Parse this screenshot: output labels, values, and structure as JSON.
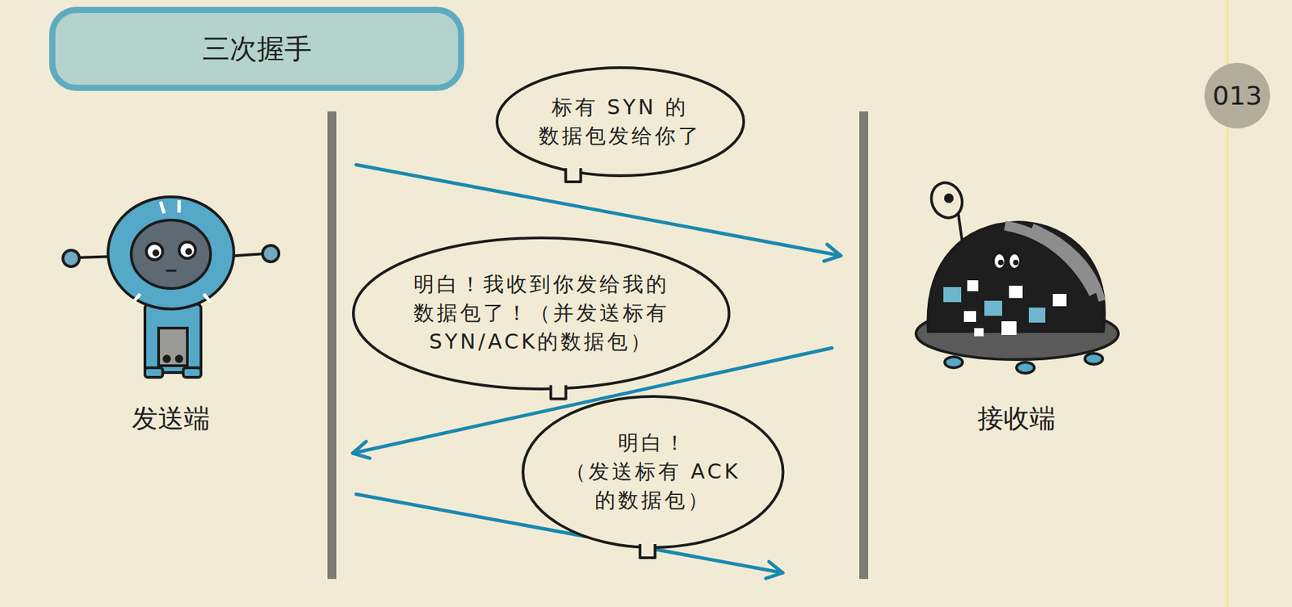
{
  "diagram": {
    "title": "三次握手",
    "nodes": [
      {
        "text": [
          "013"
        ]
      },
      {
        "text": [
          "标有 SYN 的 数据包发给你了"
        ]
      },
      {
        "text": [
          "明白！我收到你发给我的 数据包了！（并发送标有 SYN/ACK的数据包）"
        ]
      },
      {
        "text": [
          "明白！ （发送标有 ACK 的数据包）"
        ]
      }
    ],
    "labels": [
      "发送端",
      "接收端"
    ]
  }
}
